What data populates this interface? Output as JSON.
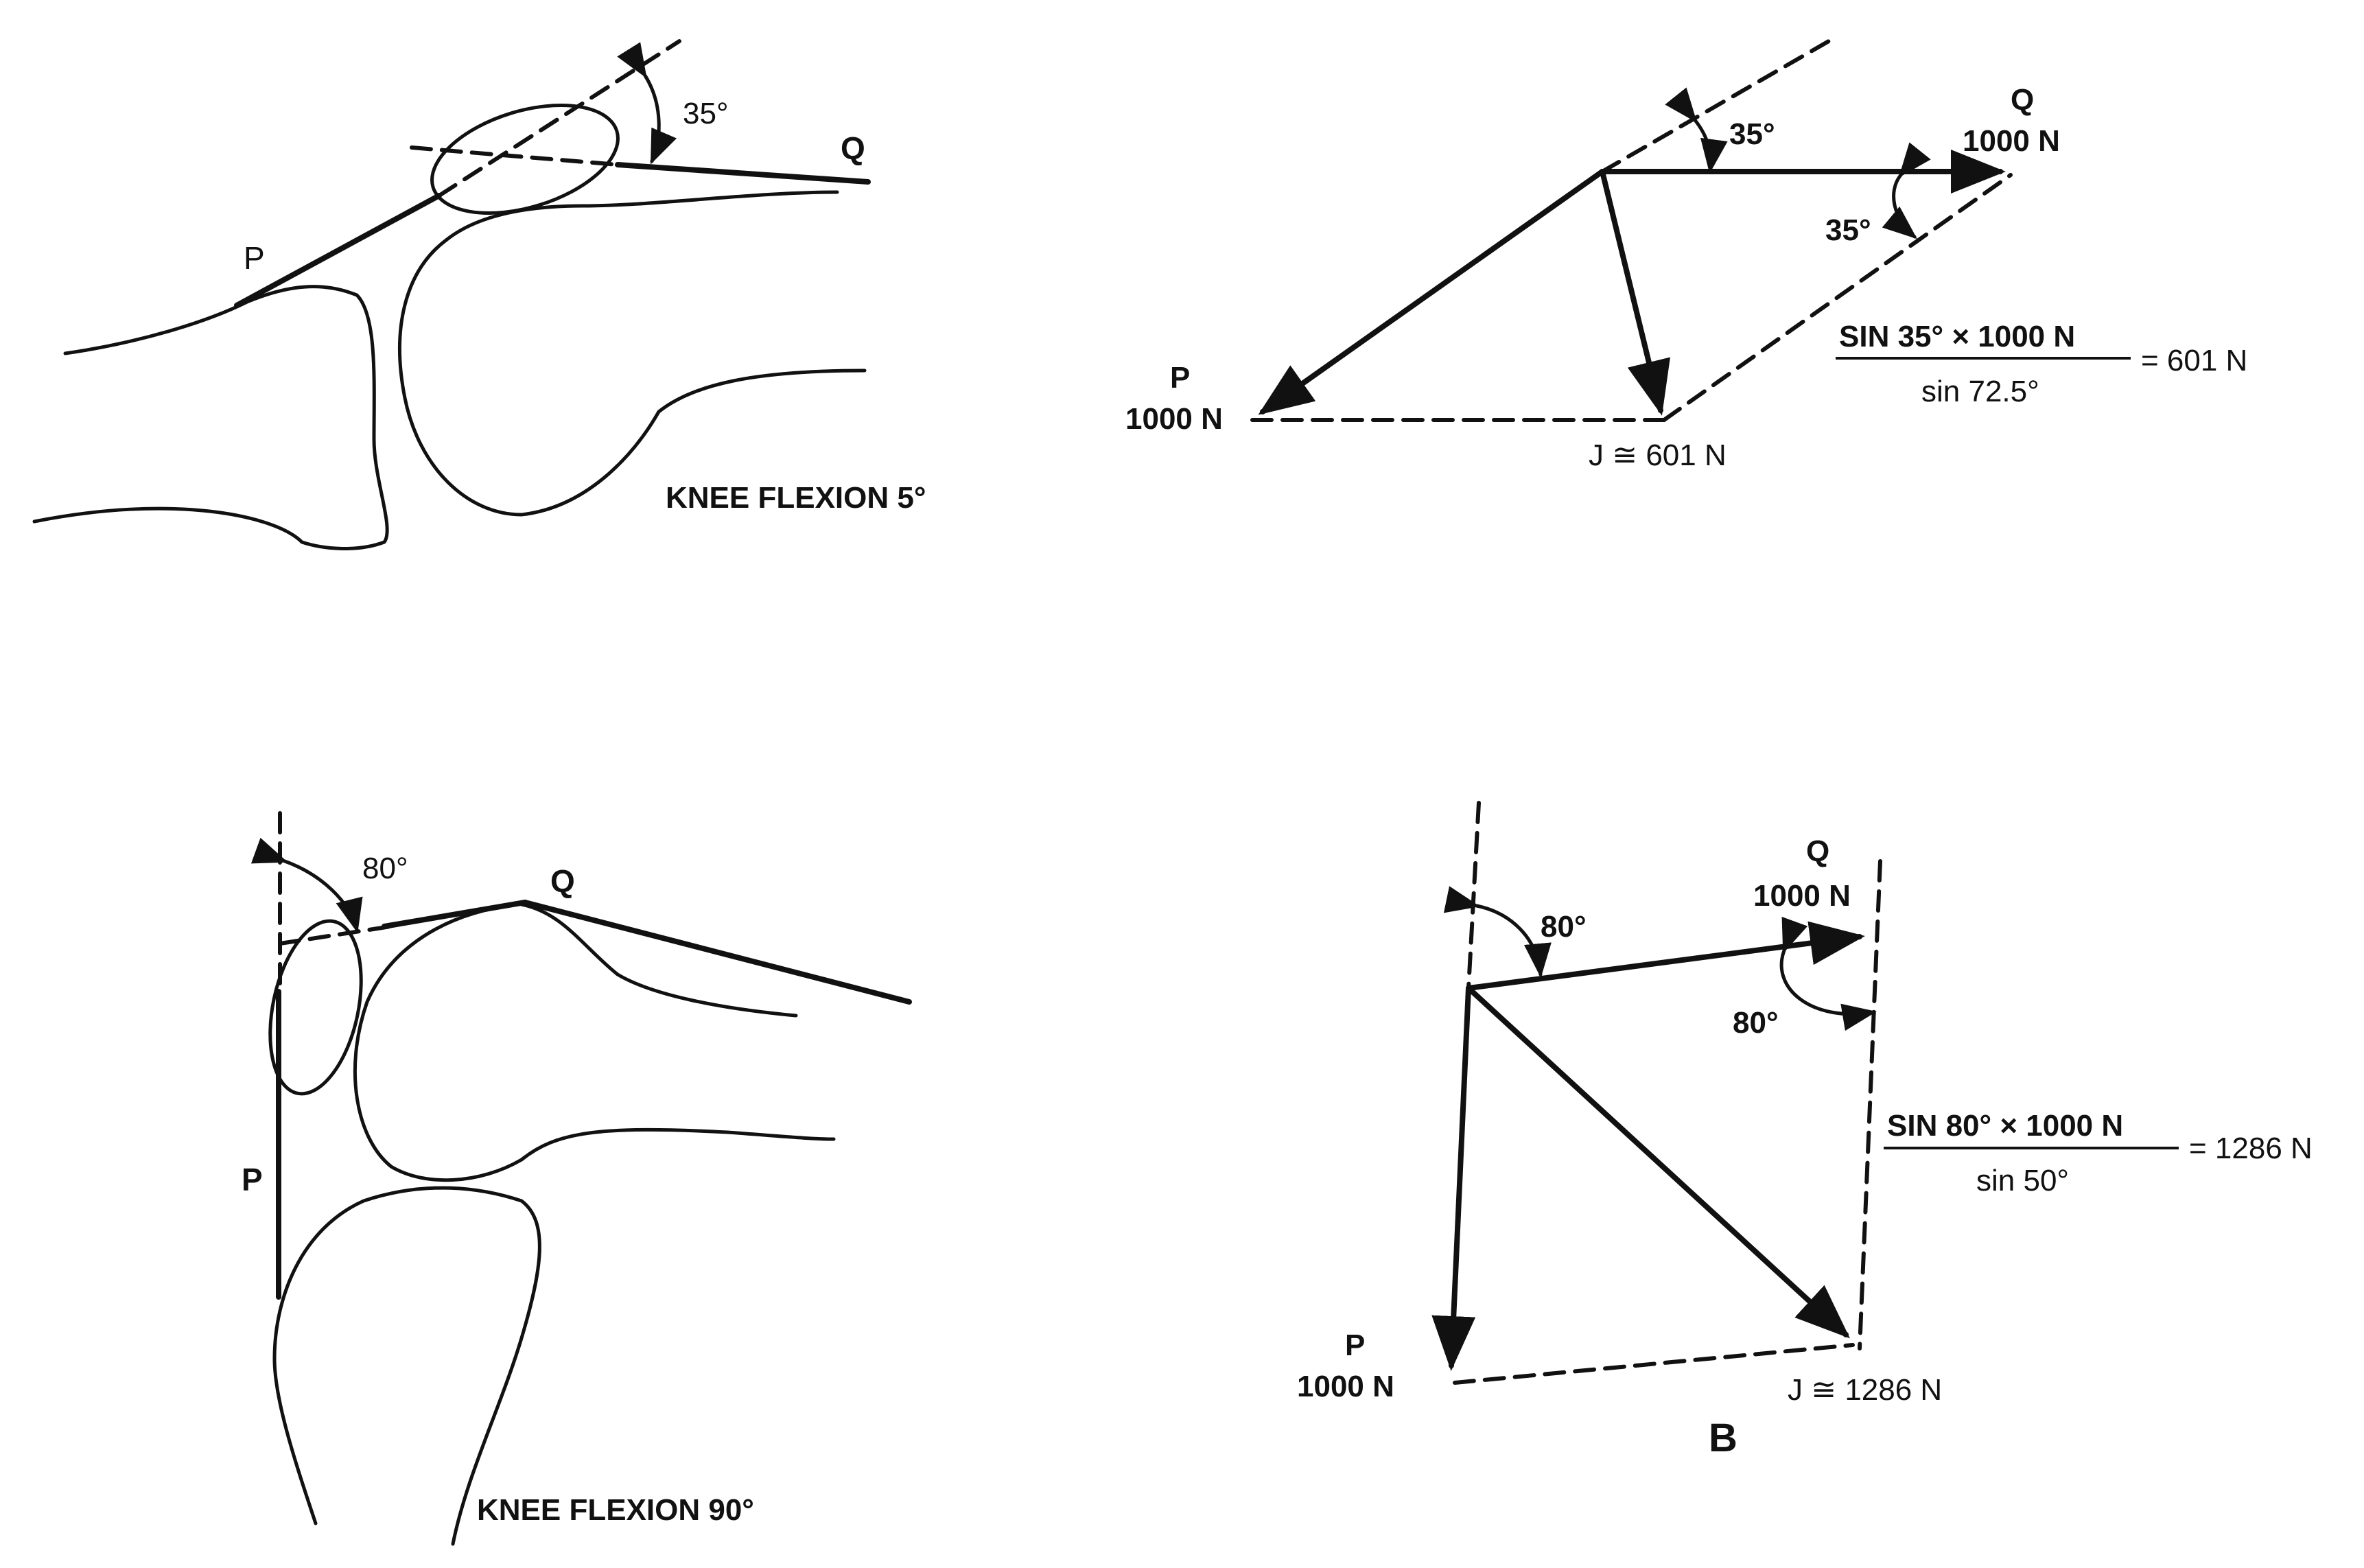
{
  "panel_top": {
    "anatomy": {
      "angle_label": "35°",
      "label_p": "P",
      "label_q": "Q",
      "caption": "KNEE FLEXION 5°"
    },
    "vector": {
      "angle_top": "35°",
      "angle_right": "35°",
      "q_label": "Q",
      "q_force": "1000 N",
      "p_label": "P",
      "p_force": "1000 N",
      "j_result": "J ≅ 601 N",
      "formula_numerator": "SIN 35° × 1000 N",
      "formula_denominator": "sin 72.5°",
      "formula_result": "= 601 N"
    }
  },
  "panel_bottom": {
    "anatomy": {
      "angle_label": "80°",
      "label_p": "P",
      "label_q": "Q",
      "caption": "KNEE FLEXION 90°"
    },
    "vector": {
      "angle_top": "80°",
      "angle_right": "80°",
      "q_label": "Q",
      "q_force": "1000 N",
      "p_label": "P",
      "p_force": "1000 N",
      "j_result": "J ≅ 1286 N",
      "formula_numerator": "SIN 80° × 1000 N",
      "formula_denominator": "sin 50°",
      "formula_result": "= 1286 N"
    },
    "panel_letter": "B"
  }
}
